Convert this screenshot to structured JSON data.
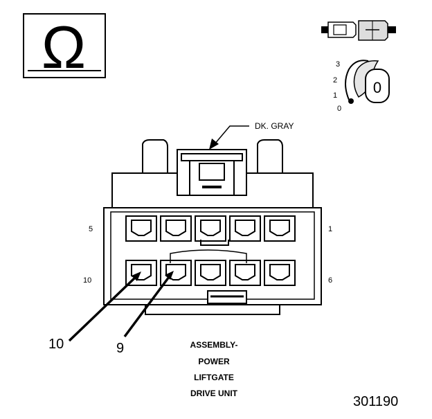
{
  "symbol": {
    "icon": "ohm-icon",
    "glyph": "Ω"
  },
  "ignition": {
    "positions": [
      "3",
      "2",
      "1",
      "0"
    ],
    "key_label": "0"
  },
  "connector": {
    "wire_color_label": "DK. GRAY",
    "pin_labels": {
      "top_left": "5",
      "top_right": "1",
      "bottom_left": "10",
      "bottom_right": "6"
    }
  },
  "callouts": {
    "left": "10",
    "right": "9"
  },
  "caption": [
    "ASSEMBLY-",
    "POWER",
    "LIFTGATE",
    "DRIVE UNIT"
  ],
  "figure_number": "301190"
}
